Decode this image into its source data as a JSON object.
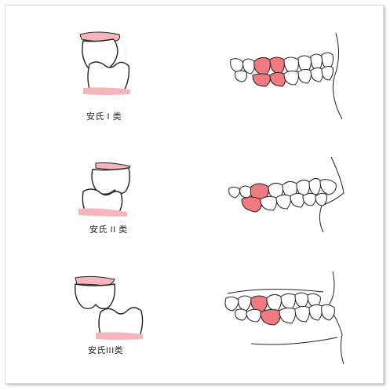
{
  "colors": {
    "gum": "#f5b5bc",
    "highlight": "#f07a80",
    "outline": "#222222",
    "tooth_fill": "#ffffff"
  },
  "rows": [
    {
      "label": "安氏 I 类"
    },
    {
      "label": "安氏 II 类"
    },
    {
      "label": "安氏III类"
    }
  ]
}
